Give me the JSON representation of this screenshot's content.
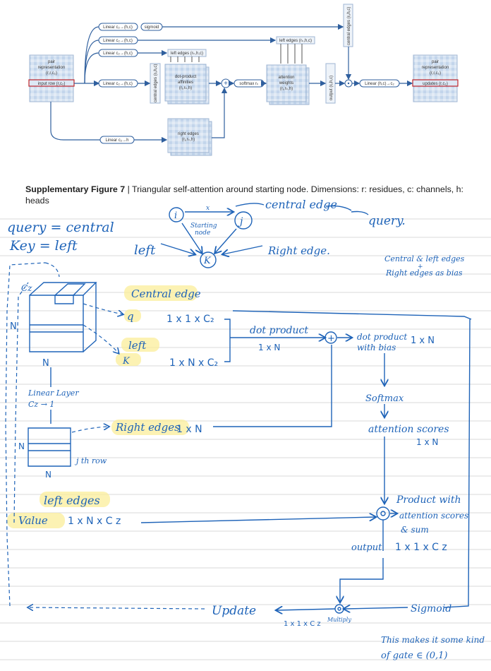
{
  "figure": {
    "pair_rep_in": [
      "pair",
      "representation",
      "(r,r,c₂)"
    ],
    "input_row": "input row (r,c₂)",
    "linear_sig": "Linear c₂→(h,c)",
    "sigmoid": "sigmoid",
    "linear_central": "Linear c₂→(h,c)",
    "linear_left": "Linear c₂→(h,c)",
    "linear_q": "Linear c₂→(h,c)",
    "linear_right": "Linear c₂→h",
    "left_edges": "left edges (rₖ,h,c)",
    "left_edges_2": "left edges (rₖ,h,c)",
    "central_edges": "central edges (rⱼ,h,c)",
    "central_edges_top": "central edges (rⱼ,h,c)",
    "dot_product": [
      "dot-product",
      "affinities",
      "(rⱼ,rₖ,h)"
    ],
    "softmax": "softmax rₖ",
    "attention": [
      "attention",
      "weights",
      "(rⱼ,rₖ,h)"
    ],
    "output": "output (rⱼ,h,c)",
    "right_edges": [
      "right edges",
      "(rⱼ,rₖ,h)"
    ],
    "linear_out": "Linear (h,c)→c₂",
    "pair_rep_out": [
      "pair",
      "representation",
      "(r,r,c₂)"
    ],
    "updates": "updates (r,c₂)",
    "plus": "+",
    "circle_dot": "⊙"
  },
  "caption": {
    "bold": "Supplementary Figure 7",
    "sep": " | ",
    "text": "Triangular self-attention around starting node. Dimensions: r: residues, c: channels, h: heads"
  },
  "notes": {
    "i": "i",
    "j": "j",
    "k": "K",
    "x": "x",
    "starting_node": [
      "Starting",
      "node"
    ],
    "central_edge": "central edge",
    "query": "query.",
    "query_central": "query = central",
    "key_left": "Key = left",
    "left": "left",
    "right_edge": "Right edge.",
    "central_left_edges": [
      "Central & left edges",
      "+",
      "Right edges as bias"
    ],
    "cz": "Cz",
    "n_left": "N",
    "n_bottom": "N",
    "central_edge_hl": "Central edge",
    "q": "q",
    "q_dim": "1 x 1 x C₂",
    "left_hl": "left",
    "k_dim": "1 x N x C₂",
    "dot_product": "dot product",
    "dot_dim": "1 x N",
    "dot_bias": [
      "dot product",
      "with bias"
    ],
    "dot_bias_dim": "1 x N",
    "linear_layer": [
      "Linear Layer",
      "Cz → 1"
    ],
    "right_edges_hl": "Right edges",
    "right_dim": "1 x N",
    "n_small_left": "N",
    "n_small_bottom": "N",
    "jth_row": "j th row",
    "softmax": "Softmax",
    "attention_scores": "attention scores",
    "attn_dim": "1 x N",
    "left_edges_hl": "left edges",
    "value": "Value",
    "value_dim": "1 x N x C z",
    "product": [
      "Product with",
      "attention scores",
      "& sum"
    ],
    "output": "output",
    "output_dim": "1 x 1 x C z",
    "update": "Update",
    "sigmoid": "Sigmoid",
    "multiply": "Multiply",
    "mult_dim": "1 x 1 x C z",
    "gate": [
      "This makes it some kind",
      "of gate ∈ (0,1)"
    ]
  }
}
